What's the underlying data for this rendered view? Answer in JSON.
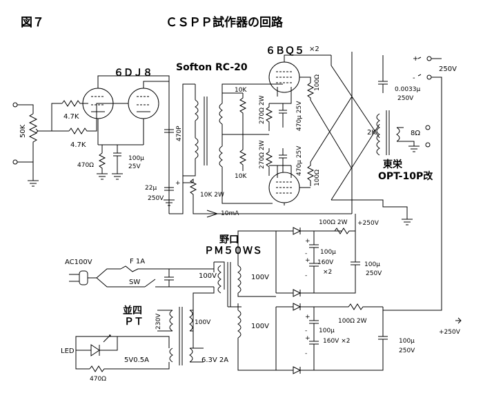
{
  "figure_label": "図７",
  "title": "ＣＳＰＰ試作器の回路",
  "tubes": {
    "output": "６ＢＱ５",
    "output_count": "×2",
    "input": "６ＤＪ８"
  },
  "transformers": {
    "interstage": "Softon RC-20",
    "output_brand": "東栄",
    "output_model": "OPT-10P改",
    "power_brand": "野口",
    "power_model": "ＰＭ５０ＷＳ",
    "heater_brand": "並四",
    "heater_model": "ＰＴ"
  },
  "labels": {
    "vol": "50K",
    "r_grid1": "4.7K",
    "r_grid2": "4.7K",
    "r_cathode": "470Ω",
    "c_cathode": "100μ",
    "c_cathode_v": "25V",
    "c_couple": "470P",
    "c_filter": "22μ",
    "c_filter_v": "250V",
    "r_drop": "10K 2W",
    "current": "10mA",
    "r_bias_top": "10K",
    "r_bias_bot": "10K",
    "r_k_top": "270Ω 2W",
    "r_k_bot": "270Ω 2W",
    "c_k_top": "470μ 25V",
    "c_k_bot": "470μ 25V",
    "r_g2_top": "100Ω",
    "r_g2_bot": "100Ω",
    "c_snub": "0.0033μ",
    "c_snub_v": "250V",
    "imp_pri": "2K",
    "imp_sec": "8Ω",
    "b_out": "250V",
    "plus": "+",
    "minus": "-",
    "ac_in": "AC100V",
    "fuse": "F 1A",
    "switch": "SW",
    "v100_pri": "100V",
    "v100_sec": "100V",
    "v100_b": "100V",
    "v230": "230V",
    "v100_pt": "100V",
    "v5": "5V0.5A",
    "v63": "6.3V  2A",
    "led": "LED",
    "r_led": "470Ω",
    "r_ps1": "100Ω 2W",
    "r_ps2": "100Ω 2W",
    "ps_plus1": "+250V",
    "ps_plus2": "+250V",
    "c_ps1": "100μ",
    "c_ps1_v": "160V",
    "c_ps1_x": "×2",
    "c_ps2": "100μ",
    "c_ps2_v": "250V",
    "c_ps3": "100μ",
    "c_ps3_v": "160V ×2",
    "c_ps4": "100μ",
    "c_ps4_v": "250V"
  }
}
